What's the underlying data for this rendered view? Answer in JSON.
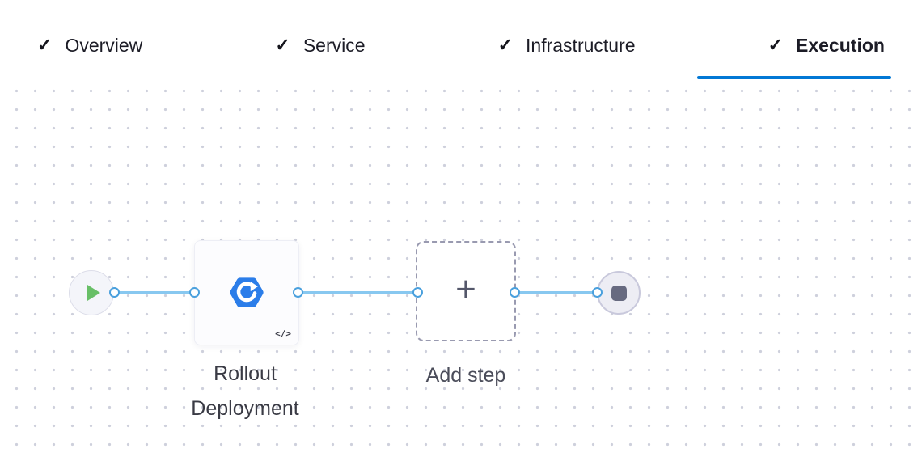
{
  "header": {
    "tabs": [
      {
        "label": "Overview",
        "icon": "check-icon",
        "completed": true,
        "active": false
      },
      {
        "label": "Service",
        "icon": "check-icon",
        "completed": true,
        "active": false
      },
      {
        "label": "Infrastructure",
        "icon": "check-icon",
        "completed": true,
        "active": false
      },
      {
        "label": "Execution",
        "icon": "check-icon",
        "completed": true,
        "active": true
      }
    ],
    "active_tab": "Execution"
  },
  "glyphs": {
    "check": "✓",
    "plus": "+",
    "code": "</>"
  },
  "canvas": {
    "start_node": {
      "icon": "play-icon"
    },
    "steps": [
      {
        "label": "Rollout Deployment",
        "icon": "rollout-deployment-icon",
        "badge_icon": "code-icon"
      },
      {
        "label": "Add step",
        "icon": "plus-icon"
      }
    ],
    "end_node": {
      "icon": "stop-icon"
    }
  },
  "colors": {
    "active_tab_underline": "#0278d5",
    "edge_blue": "#88c8f0",
    "port_border_blue": "#4aa0dd",
    "play_green": "#68bf67",
    "stop_gray": "#676a80",
    "step_icon_blue": "#2b7de9"
  }
}
